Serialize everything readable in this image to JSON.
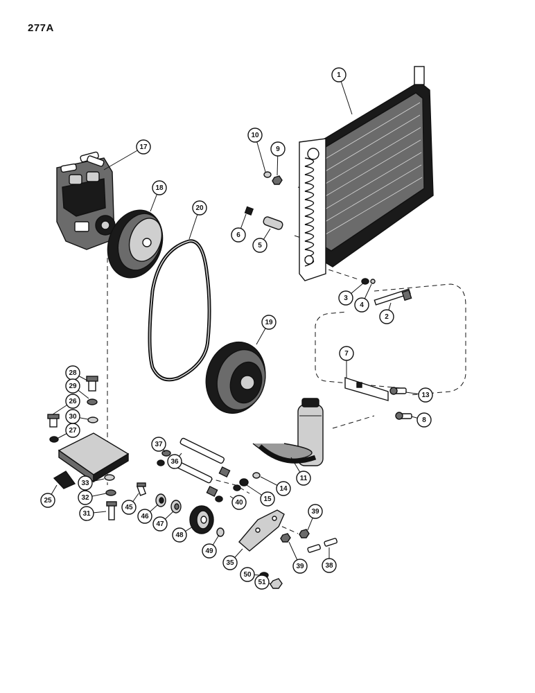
{
  "page": {
    "title": "277A"
  },
  "callouts": [
    {
      "label": "1"
    },
    {
      "label": "2"
    },
    {
      "label": "3"
    },
    {
      "label": "4"
    },
    {
      "label": "5"
    },
    {
      "label": "6"
    },
    {
      "label": "7"
    },
    {
      "label": "8"
    },
    {
      "label": "9"
    },
    {
      "label": "10"
    },
    {
      "label": "11"
    },
    {
      "label": "13"
    },
    {
      "label": "14"
    },
    {
      "label": "15"
    },
    {
      "label": "17"
    },
    {
      "label": "18"
    },
    {
      "label": "19"
    },
    {
      "label": "20"
    },
    {
      "label": "25"
    },
    {
      "label": "26"
    },
    {
      "label": "27"
    },
    {
      "label": "28"
    },
    {
      "label": "29"
    },
    {
      "label": "30"
    },
    {
      "label": "31"
    },
    {
      "label": "32"
    },
    {
      "label": "33"
    },
    {
      "label": "35"
    },
    {
      "label": "36"
    },
    {
      "label": "37"
    },
    {
      "label": "38"
    },
    {
      "label": "39"
    },
    {
      "label": "39"
    },
    {
      "label": "40"
    },
    {
      "label": "45"
    },
    {
      "label": "46"
    },
    {
      "label": "47"
    },
    {
      "label": "48"
    },
    {
      "label": "49"
    },
    {
      "label": "50"
    },
    {
      "label": "51"
    }
  ]
}
